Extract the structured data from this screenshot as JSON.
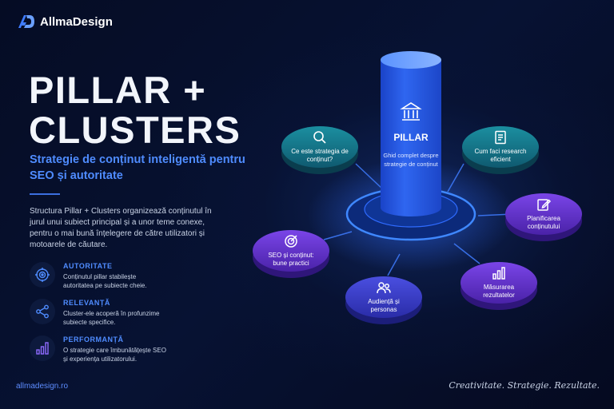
{
  "brand": {
    "name": "AllmaDesign"
  },
  "hero": {
    "title_line1": "PILLAR +",
    "title_line2": "CLUSTERS",
    "subtitle": "Strategie de conținut inteligentă pentru SEO și autoritate",
    "description": "Structura Pillar + Clusters organizează conținutul în jurul unui subiect principal și a unor teme conexe, pentru o mai bună înțelegere de către utilizatori și motoarele de căutare."
  },
  "features": [
    {
      "icon": "target-icon",
      "title": "AUTORITATE",
      "text": "Conținutul pillar stabilește autoritatea pe subiecte cheie."
    },
    {
      "icon": "share-icon",
      "title": "RELEVANȚĂ",
      "text": "Cluster-ele acoperă în profunzime subiecte specifice."
    },
    {
      "icon": "bar-chart-icon",
      "title": "PERFORMANȚĂ",
      "text": "O strategie care îmbunătățește SEO și experiența utilizatorului."
    }
  ],
  "pillar": {
    "icon": "bank-icon",
    "title": "PILLAR",
    "text": "Ghid complet despre strategie de conținut"
  },
  "clusters": [
    {
      "icon": "search-icon",
      "label": "Ce este strategia de conținut?",
      "color": "#147b8c"
    },
    {
      "icon": "document-icon",
      "label": "Cum faci research eficient",
      "color": "#147b8c"
    },
    {
      "icon": "edit-icon",
      "label": "Planificarea conținutului",
      "color": "#6a35d6"
    },
    {
      "icon": "bar-chart-icon",
      "label": "Măsurarea rezultatelor",
      "color": "#6a35d6"
    },
    {
      "icon": "users-icon",
      "label": "Audiență și personas",
      "color": "#3c3fd0"
    },
    {
      "icon": "target-icon",
      "label": "SEO și conținut: bune practici",
      "color": "#6a35d6"
    }
  ],
  "footer": {
    "website": "allmadesign.ro",
    "tagline": "Creativitate. Strategie. Rezultate."
  },
  "colors": {
    "accent": "#4f8cff",
    "background": "#061030",
    "teal": "#147b8c",
    "purple": "#6a35d6",
    "pillar": "#2f66f0"
  }
}
